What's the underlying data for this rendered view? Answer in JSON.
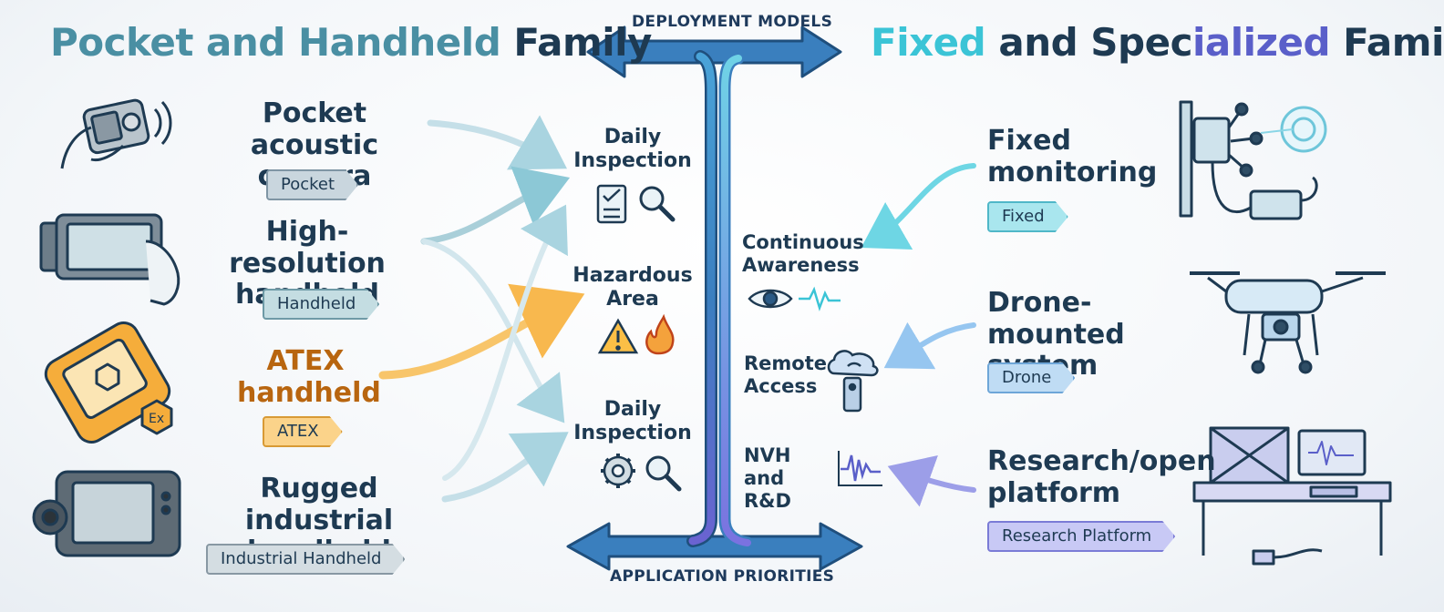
{
  "titles": {
    "left_part1": "Pocket and Handheld",
    "left_part2": " Family",
    "right_part1": "Fixed",
    "right_part2": " and Spec",
    "right_part3": "ialized",
    "right_part4": " Family"
  },
  "axis": {
    "top": "DEPLOYMENT MODELS",
    "bottom": "APPLICATION PRIORITIES"
  },
  "left_devices": [
    {
      "name": "Pocket acoustic camera",
      "line1": "Pocket acoustic",
      "line2": "camera",
      "tag": "Pocket",
      "tag_color": "#c9d6de"
    },
    {
      "name": "High-resolution handheld",
      "line1": "High-resolution",
      "line2": "handheld",
      "tag": "Handheld",
      "tag_color": "#c4dde2"
    },
    {
      "name": "ATEX handheld",
      "line1": "ATEX",
      "line2": "handheld",
      "tag": "ATEX",
      "tag_color": "#fbd38a"
    },
    {
      "name": "Rugged industrial handheld",
      "line1": "Rugged industrial",
      "line2": "handheld",
      "tag": "Industrial Handheld",
      "tag_color": "#d4dde2"
    }
  ],
  "right_devices": [
    {
      "line1": "Fixed",
      "line2": "monitoring",
      "tag": "Fixed",
      "tag_color": "#a9e6ee"
    },
    {
      "line1": "Drone-mounted",
      "line2": "system",
      "tag": "Drone",
      "tag_color": "#bfdcf4"
    },
    {
      "line1": "Research/open",
      "line2": "platform",
      "tag": "Research Platform",
      "tag_color": "#c8c9f5"
    }
  ],
  "center_left": [
    {
      "line1": "Daily",
      "line2": "Inspection",
      "icons": [
        "clipboard-icon",
        "magnifier-icon"
      ]
    },
    {
      "line1": "Hazardous",
      "line2": "Area",
      "icons": [
        "warning-icon",
        "fire-icon"
      ]
    },
    {
      "line1": "Daily",
      "line2": "Inspection",
      "icons": [
        "gear-icon",
        "magnifier-icon"
      ]
    }
  ],
  "center_right": [
    {
      "line1": "Continuous",
      "line2": "Awareness",
      "icons": [
        "eye-icon",
        "pulse-icon"
      ]
    },
    {
      "line1": "Remote",
      "line2": "Access",
      "icons": [
        "cloud-remote-icon"
      ]
    },
    {
      "line1": "NVH and",
      "line2": "R&D",
      "icons": [
        "waveform-chart-icon"
      ]
    }
  ],
  "colors": {
    "dark_navy": "#1e3a52",
    "teal": "#4a8fa3",
    "cyan": "#3bc4d6",
    "indigo": "#5a5fc9",
    "atex_orange": "#f5b042",
    "axis_blue": "#2f6ca6"
  }
}
